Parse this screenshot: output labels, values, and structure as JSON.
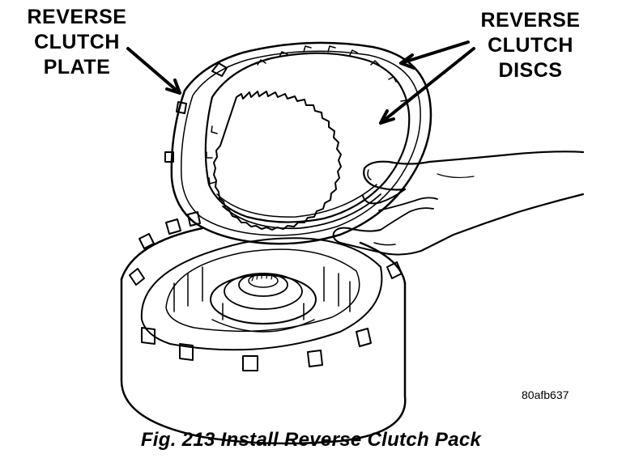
{
  "labels": {
    "plate": [
      "REVERSE",
      "CLUTCH",
      "PLATE"
    ],
    "discs": [
      "REVERSE",
      "CLUTCH",
      "DISCS"
    ]
  },
  "image_code": "80afb637",
  "caption": "Fig. 213 Install Reverse Clutch Pack",
  "colors": {
    "ink": "#000000",
    "paper": "#ffffff"
  }
}
